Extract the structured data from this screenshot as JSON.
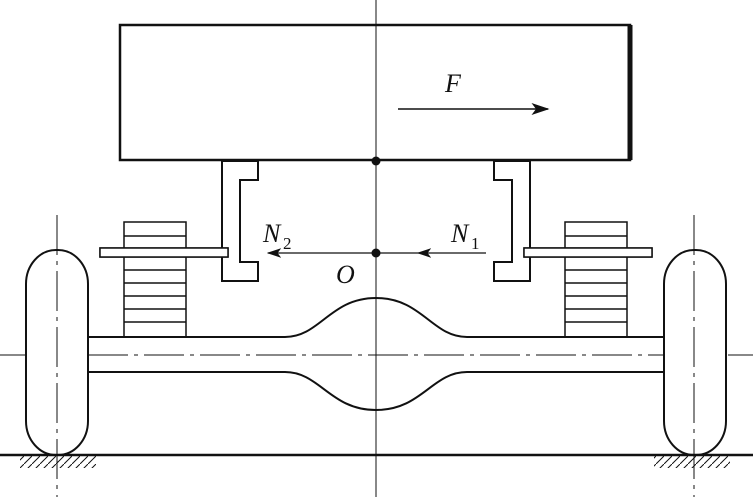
{
  "labels": {
    "force": "F",
    "n1_main": "N",
    "n1_sub": "1",
    "n2_main": "N",
    "n2_sub": "2",
    "origin": "O"
  },
  "colors": {
    "stroke": "#111111",
    "background": "#ffffff"
  }
}
